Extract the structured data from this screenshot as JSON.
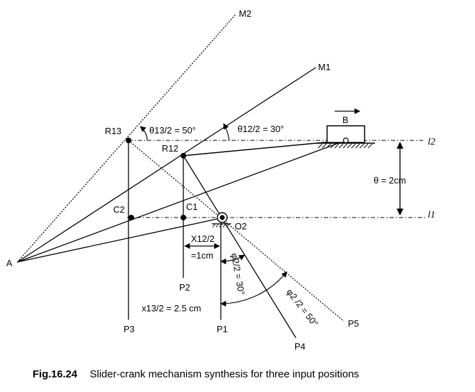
{
  "caption": {
    "figure_number": "Fig.16.24",
    "text": "Slider-crank mechanism synthesis for three input positions"
  },
  "points": {
    "A": "A",
    "B": "B",
    "R13": "R13",
    "R12": "R12",
    "C1": "C1",
    "C2": "C2",
    "O2": "O2",
    "M1": "M1",
    "M2": "M2",
    "P1": "P1",
    "P2": "P2",
    "P3": "P3",
    "P4": "P4",
    "P5": "P5",
    "l1": "l1",
    "l2": "l2"
  },
  "annotations": {
    "theta13_half": "θ13/2 = 50°",
    "theta12_half": "θ12/2 = 30°",
    "offset": "θ = 2cm",
    "x12_half_line1": "X12/2",
    "x12_half_line2": "=1cm",
    "x13_half": "x13/2 = 2.5 cm",
    "phi2_half_30": "φ2/2 = 30°",
    "phi2_half_50": "φ2 /2 = 50°"
  }
}
